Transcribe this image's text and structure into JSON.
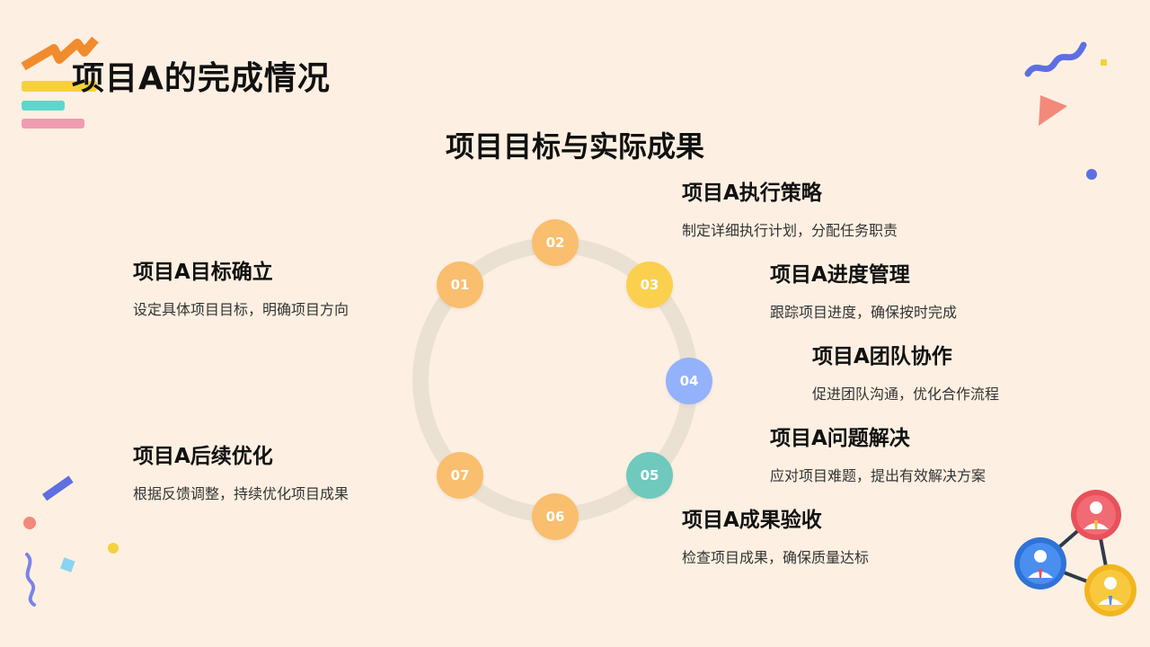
{
  "header": {
    "title": "项目A的完成情况"
  },
  "diagram": {
    "title": "项目目标与实际成果",
    "steps": [
      {
        "num": "01",
        "title": "项目A目标确立",
        "desc": "设定具体项目目标，明确项目方向",
        "color": "#f9be6e"
      },
      {
        "num": "02",
        "title": "项目A执行策略",
        "desc": "制定详细执行计划，分配任务职责",
        "color": "#f9be6e"
      },
      {
        "num": "03",
        "title": "项目A进度管理",
        "desc": "跟踪项目进度，确保按时完成",
        "color": "#fbd04f"
      },
      {
        "num": "04",
        "title": "项目A团队协作",
        "desc": "促进团队沟通，优化合作流程",
        "color": "#93b2fb"
      },
      {
        "num": "05",
        "title": "项目A问题解决",
        "desc": "应对项目难题，提出有效解决方案",
        "color": "#6fc9bd"
      },
      {
        "num": "06",
        "title": "项目A成果验收",
        "desc": "检查项目成果，确保质量达标",
        "color": "#f9be6e"
      },
      {
        "num": "07",
        "title": "项目A后续优化",
        "desc": "根据反馈调整，持续优化项目成果",
        "color": "#f9be6e"
      }
    ]
  }
}
